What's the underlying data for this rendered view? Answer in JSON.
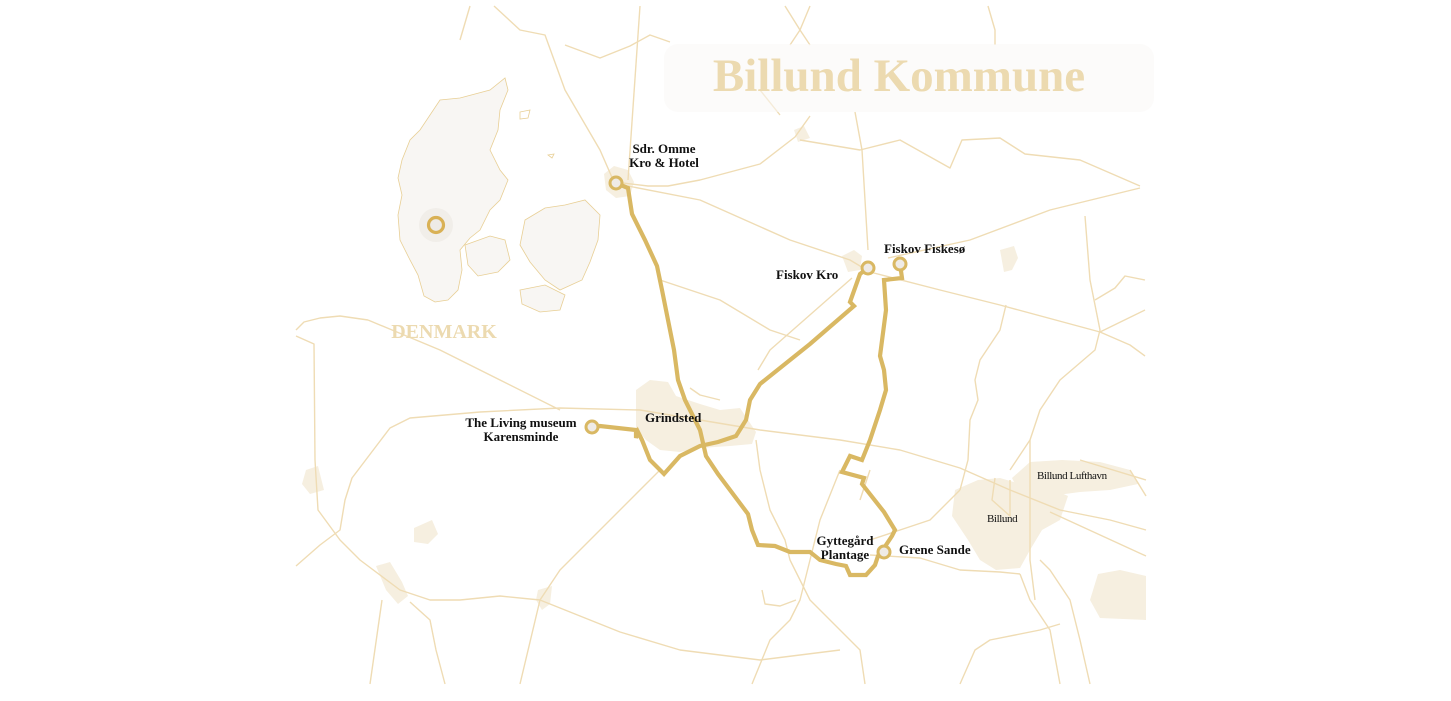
{
  "map": {
    "title": "Billund Kommune",
    "inset": {
      "country_label": "DENMARK",
      "marker": "location-ring-icon"
    },
    "colors": {
      "route": "#d9b863",
      "road": "#efdcb4",
      "town_fill": "#f6efe0",
      "title": "#ecdab0",
      "label_text": "#111111",
      "marker_fill": "#efebe6"
    },
    "stops": [
      {
        "id": "sdr-omme",
        "label_line1": "Sdr. Omme",
        "label_line2": "Kro & Hotel"
      },
      {
        "id": "fiskov-kro",
        "label_line1": "Fiskov Kro"
      },
      {
        "id": "fiskov-fiskeso",
        "label_line1": "Fiskov Fiskesø"
      },
      {
        "id": "living-museum",
        "label_line1": "The Living museum",
        "label_line2": "Karensminde"
      },
      {
        "id": "gyttegard",
        "label_line1": "Gyttegård",
        "label_line2": "Plantage"
      },
      {
        "id": "grene-sande",
        "label_line1": "Grene Sande"
      }
    ],
    "towns": [
      {
        "id": "grindsted",
        "label": "Grindsted"
      },
      {
        "id": "billund",
        "label": "Billund"
      },
      {
        "id": "billund-lufthavn",
        "label": "Billund Lufthavn"
      }
    ]
  }
}
